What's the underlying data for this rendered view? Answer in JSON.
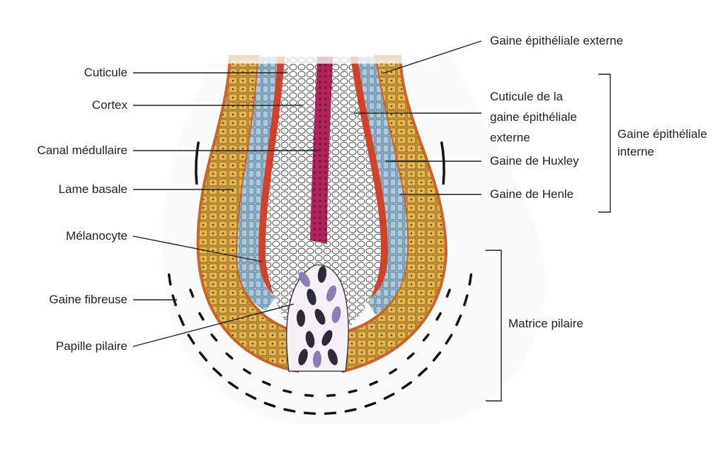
{
  "labels": {
    "cuticule": "Cuticule",
    "cortex": "Cortex",
    "canal_medullaire": "Canal médullaire",
    "lame_basale": "Lame basale",
    "melanocyte": "Mélanocyte",
    "gaine_fibreuse": "Gaine fibreuse",
    "papille_pilaire": "Papille pilaire",
    "gaine_epitheliale_externe": "Gaine épithéliale externe",
    "cuticule_gaine": [
      "Cuticule de la",
      "gaine épithéliale",
      "externe"
    ],
    "gaine_huxley": "Gaine de Huxley",
    "gaine_henle": "Gaine de Henle",
    "gaine_epitheliale_interne": [
      "Gaine épithéliale",
      "interne"
    ],
    "matrice_pilaire": "Matrice pilaire"
  },
  "colors": {
    "outer_sheath_yellow": "#e8b64a",
    "orange_layer": "#d9772f",
    "red_layer": "#d0432a",
    "blue_layer": "#a9cbe0",
    "medulla": "#b0245a",
    "nucleus_dark": "#2d2a3a",
    "nucleus_purple": "#8a7fb0",
    "line": "#231f20"
  }
}
